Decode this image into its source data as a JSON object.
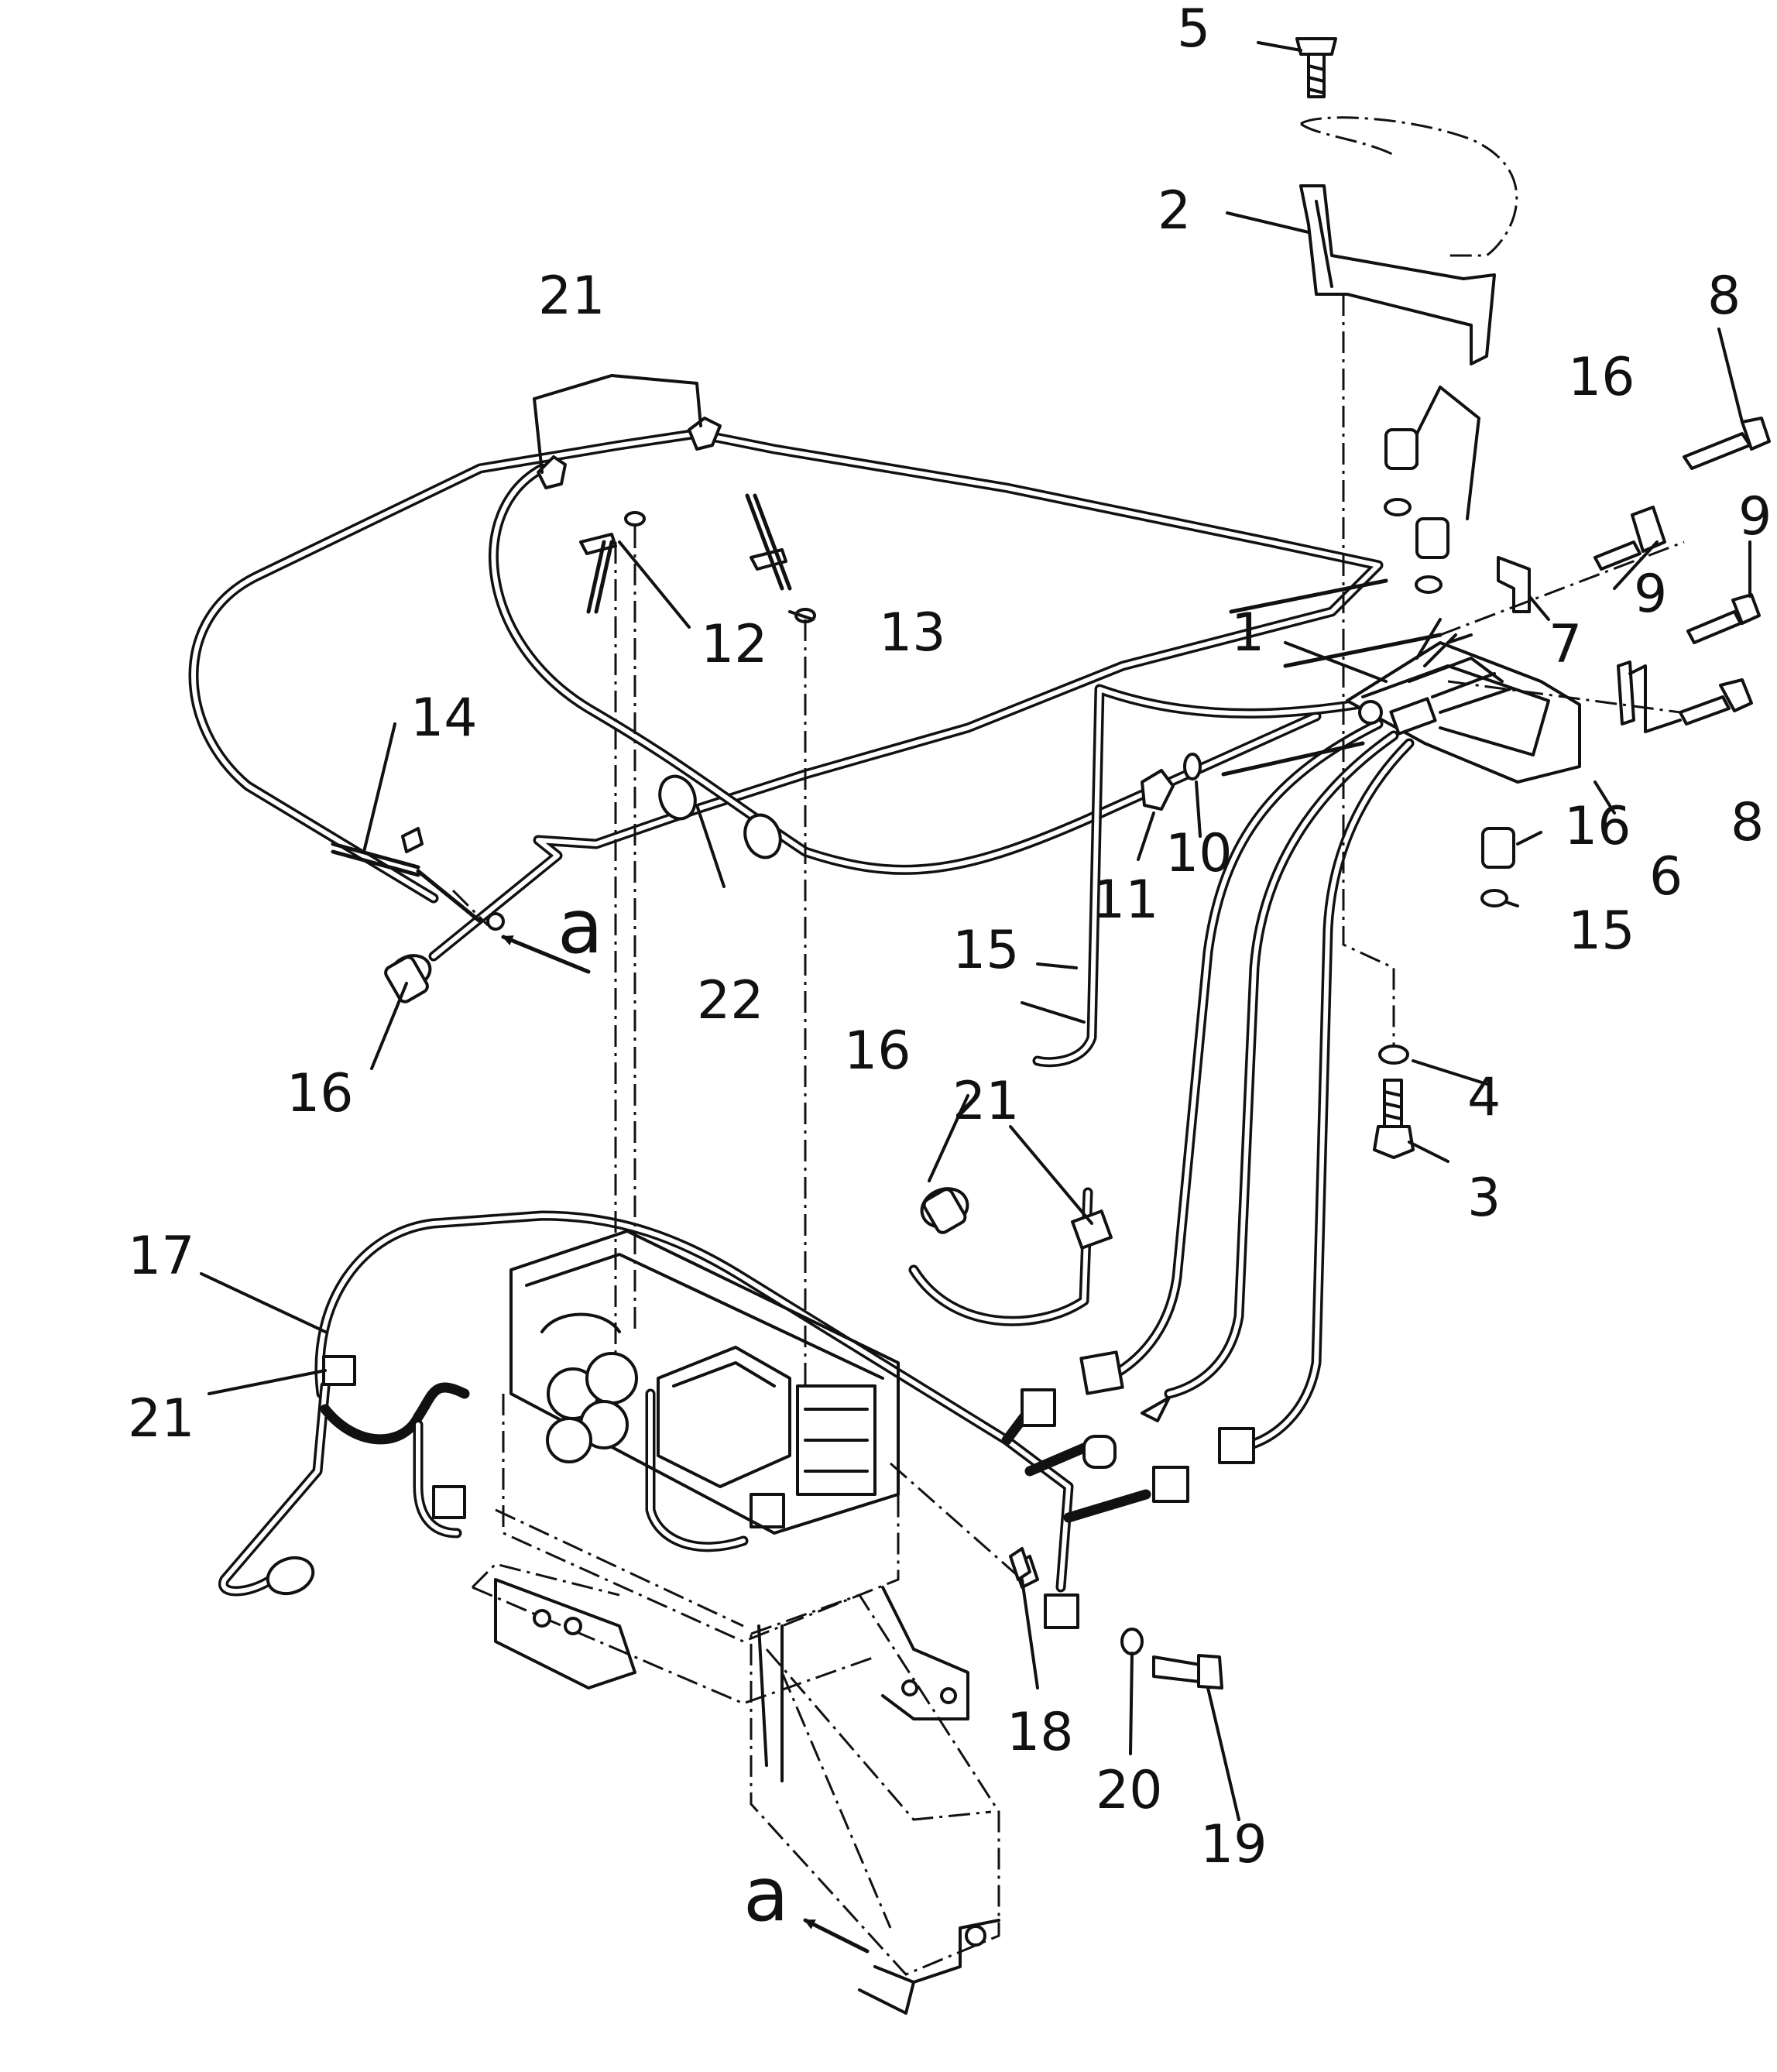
{
  "diagram": {
    "callouts": {
      "c1": "1",
      "c2": "2",
      "c3": "3",
      "c4": "4",
      "c5": "5",
      "c6": "6",
      "c7": "7",
      "c8a": "8",
      "c8b": "8",
      "c9a": "9",
      "c9b": "9",
      "c10": "10",
      "c11": "11",
      "c12": "12",
      "c13": "13",
      "c14": "14",
      "c15a": "15",
      "c15b": "15",
      "c16a": "16",
      "c16b": "16",
      "c16c": "16",
      "c16d": "16",
      "c17": "17",
      "c18": "18",
      "c19": "19",
      "c20": "20",
      "c21a": "21",
      "c21b": "21",
      "c21c": "21",
      "c22": "22"
    },
    "view_markers": {
      "a_top": "a",
      "a_bottom": "a"
    }
  }
}
